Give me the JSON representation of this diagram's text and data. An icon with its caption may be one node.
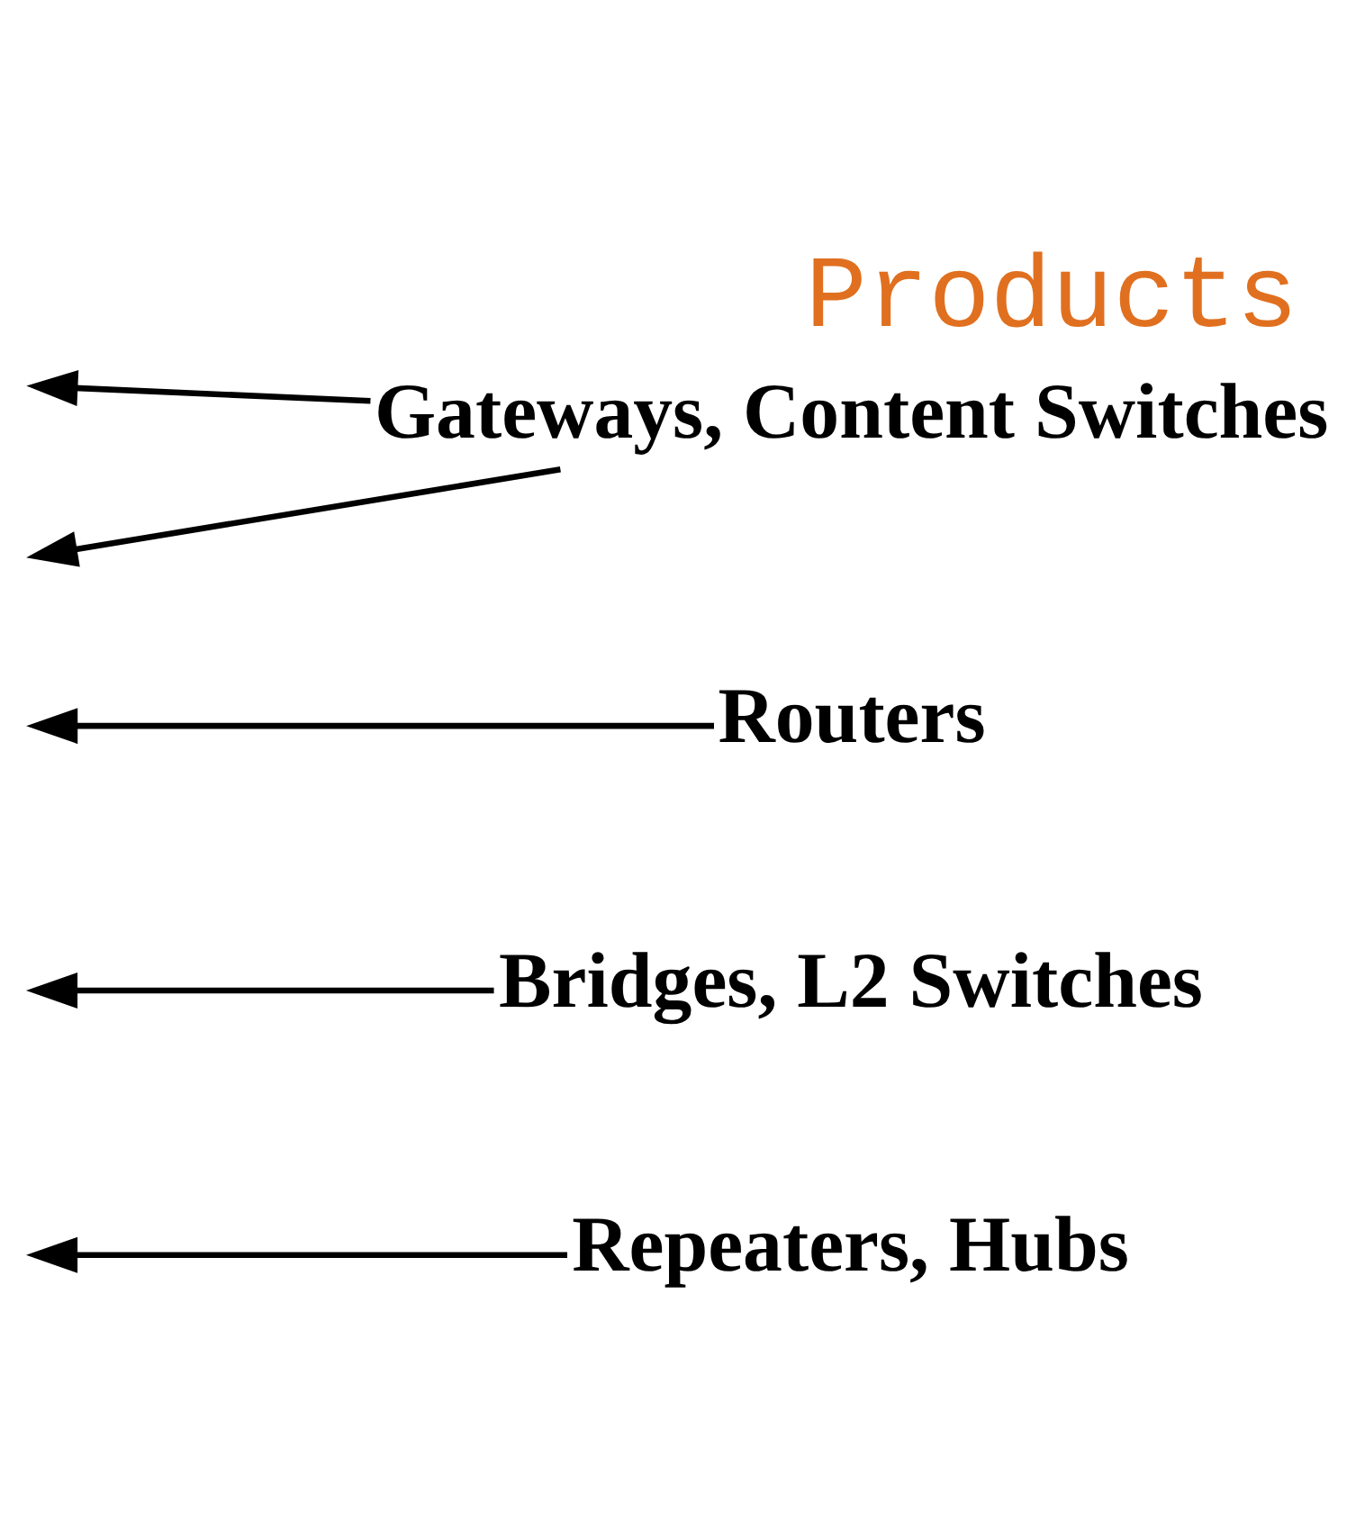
{
  "diagram": {
    "title": "Products",
    "nodes": [
      {
        "text": [
          "Gateways, Content Switches"
        ]
      },
      {
        "text": [
          "Routers"
        ]
      },
      {
        "text": [
          "Bridges, L2 Switches"
        ]
      },
      {
        "text": [
          "Repeaters, Hubs"
        ]
      }
    ],
    "edges": [
      {
        "from": 0,
        "to": null,
        "arrow": "to"
      },
      {
        "from": 0,
        "to": null,
        "arrow": "to"
      },
      {
        "from": 1,
        "to": null,
        "arrow": "to"
      },
      {
        "from": 2,
        "to": null,
        "arrow": "to"
      },
      {
        "from": 3,
        "to": null,
        "arrow": "to"
      }
    ]
  }
}
